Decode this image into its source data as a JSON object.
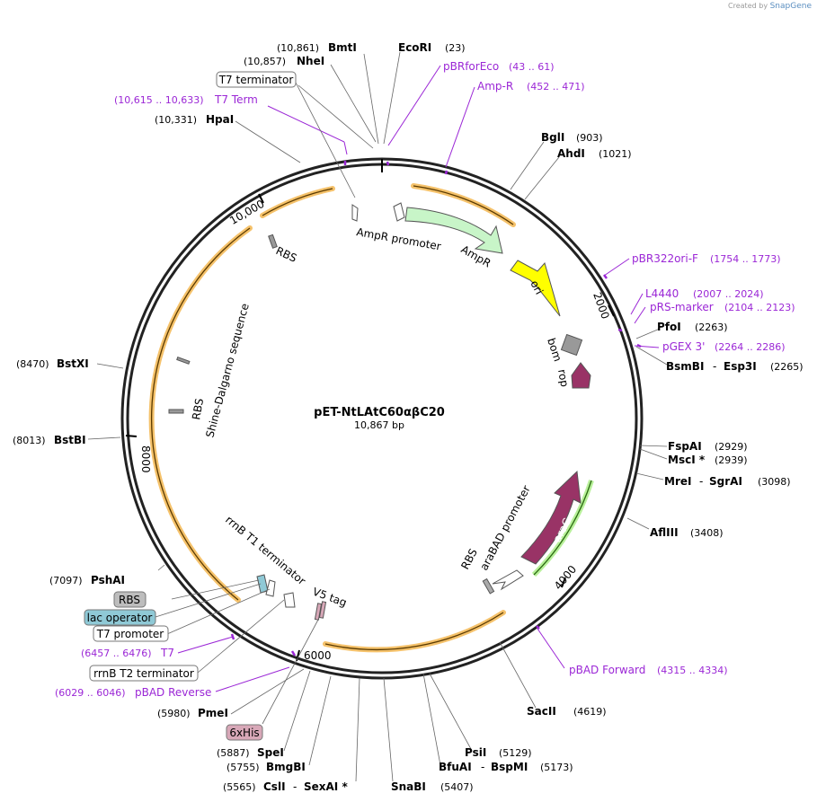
{
  "credit": {
    "prefix": "Created by",
    "brand": "SnapGene"
  },
  "plasmid": {
    "name": "pET-NtLAtC60αβC20",
    "size": "10,867 bp"
  },
  "ticks": [
    "2000",
    "4000",
    "6000",
    "8000",
    "10,000"
  ],
  "enzymes_right": [
    {
      "name": "BmtI",
      "pos": "(10,861)"
    },
    {
      "name": "NheI",
      "pos": "(10,857)"
    },
    {
      "name": "HpaI",
      "pos": "(10,331)"
    },
    {
      "name": "EcoRI",
      "pos": "(23)"
    },
    {
      "name": "BglI",
      "pos": "(903)"
    },
    {
      "name": "AhdI",
      "pos": "(1021)"
    },
    {
      "name": "PfoI",
      "pos": "(2263)"
    },
    {
      "name": "BsmBI",
      "name2": "Esp3I",
      "pos": "(2265)"
    },
    {
      "name": "FspAI",
      "pos": "(2929)"
    },
    {
      "name": "MscI *",
      "pos": "(2939)"
    },
    {
      "name": "MreI",
      "name2": "SgrAI",
      "pos": "(3098)"
    },
    {
      "name": "AflIII",
      "pos": "(3408)"
    },
    {
      "name": "SacII",
      "pos": "(4619)"
    },
    {
      "name": "PsiI",
      "pos": "(5129)"
    },
    {
      "name": "BfuAI",
      "name2": "BspMI",
      "pos": "(5173)"
    },
    {
      "name": "SnaBI",
      "pos": "(5407)"
    },
    {
      "name": "CslI",
      "name2": "SexAI *",
      "pos": "(5565)"
    },
    {
      "name": "BmgBI",
      "pos": "(5755)"
    },
    {
      "name": "SpeI",
      "pos": "(5887)"
    },
    {
      "name": "PmeI",
      "pos": "(5980)"
    },
    {
      "name": "PshAI",
      "pos": "(7097)"
    },
    {
      "name": "BstBI",
      "pos": "(8013)"
    },
    {
      "name": "BstXI",
      "pos": "(8470)"
    }
  ],
  "primers": [
    {
      "name": "pBRforEco",
      "pos": "(43 .. 61)"
    },
    {
      "name": "Amp-R",
      "pos": "(452 .. 471)"
    },
    {
      "name": "T7 Term",
      "pos": "(10,615 .. 10,633)"
    },
    {
      "name": "pBR322ori-F",
      "pos": "(1754 .. 1773)"
    },
    {
      "name": "L4440",
      "pos": "(2007 .. 2024)"
    },
    {
      "name": "pRS-marker",
      "pos": "(2104 .. 2123)"
    },
    {
      "name": "pGEX 3'",
      "pos": "(2264 .. 2286)"
    },
    {
      "name": "pBAD Forward",
      "pos": "(4315 .. 4334)"
    },
    {
      "name": "T7",
      "pos": "(6457 .. 6476)"
    },
    {
      "name": "pBAD Reverse",
      "pos": "(6029 .. 6046)"
    }
  ],
  "boxed": [
    "T7 terminator",
    "RBS",
    "lac operator",
    "T7 promoter",
    "rrnB T2 terminator",
    "6xHis"
  ],
  "features": [
    "AmpR promoter",
    "AmpR",
    "ori",
    "bom",
    "rop",
    "araC",
    "araBAD promoter",
    "RBS",
    "V5 tag",
    "rrnB T1 terminator",
    "RBS",
    "Shine-Dalgarno sequence",
    "RBS"
  ],
  "colors": {
    "ampr": "#c8f5c8",
    "ori": "#ffff00",
    "arac": "#993366",
    "bom": "#999999",
    "primer": "#9b27d6",
    "orf": "#f5c26b",
    "lac_operator": "#8fc9d6",
    "his": "#d8a8b8"
  }
}
